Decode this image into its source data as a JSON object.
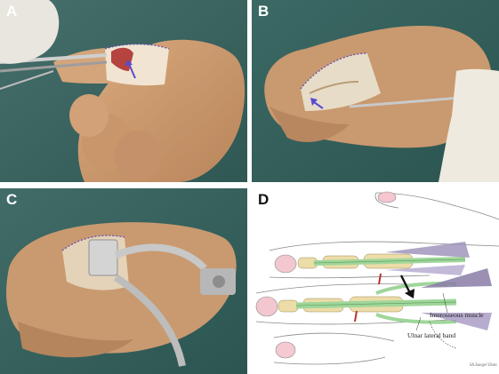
{
  "panels": {
    "a": {
      "letter": "A"
    },
    "b": {
      "letter": "B"
    },
    "c": {
      "letter": "C"
    },
    "d": {
      "letter": "D"
    }
  },
  "diagram": {
    "label_interosseous": "Interosseous muscle",
    "label_ulnar_band": "Ulnar lateral band",
    "signature": "Sh.Saegel Dom"
  },
  "colors": {
    "drape": "#3f6a66",
    "skin": "#cf9f74",
    "tendon_green": "#9fd69a",
    "muscle_purple": "#9b8fb8",
    "arrow_blue": "#5a4bd1",
    "cut_red": "#b8322e"
  }
}
